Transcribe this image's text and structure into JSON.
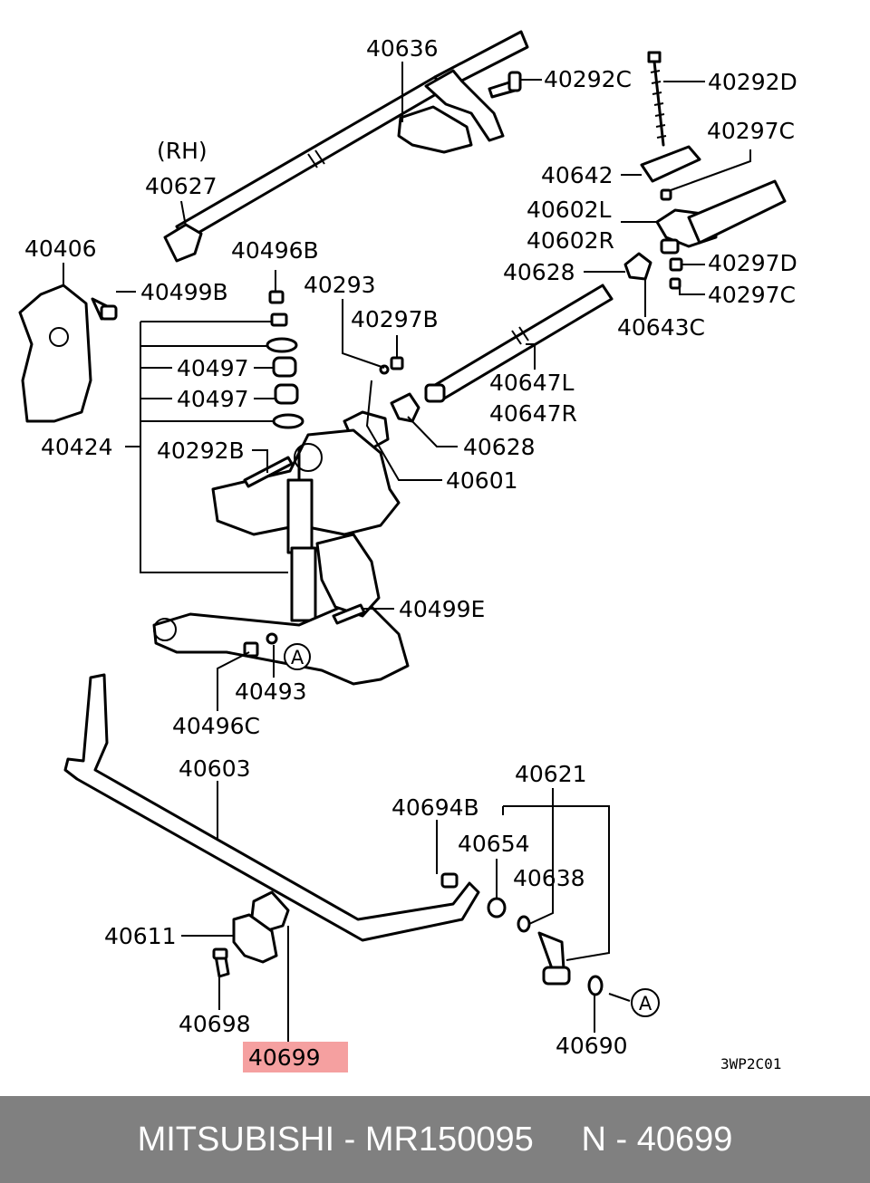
{
  "labels": {
    "p40636": "40636",
    "p40292c": "40292C",
    "p40292d": "40292D",
    "rh": "(RH)",
    "p40627": "40627",
    "p40297c_a": "40297C",
    "p40642": "40642",
    "p40602l": "40602L",
    "p40602r": "40602R",
    "p40406": "40406",
    "p40496b": "40496B",
    "p40628_a": "40628",
    "p40297d": "40297D",
    "p40499b": "40499B",
    "p40293": "40293",
    "p40297c_b": "40297C",
    "p40643c": "40643C",
    "p40297b": "40297B",
    "p40497_a": "40497",
    "p40647l": "40647L",
    "p40497_b": "40497",
    "p40647r": "40647R",
    "p40424": "40424",
    "p40628_b": "40628",
    "p40292b": "40292B",
    "p40601": "40601",
    "p40499e": "40499E",
    "ref_a1": "A",
    "p40493": "40493",
    "p40496c": "40496C",
    "p40603": "40603",
    "p40621": "40621",
    "p40694b": "40694B",
    "p40654": "40654",
    "p40638": "40638",
    "p40611": "40611",
    "p40698": "40698",
    "ref_a2": "A",
    "p40699": "40699",
    "p40690": "40690",
    "code": "3WP2C01"
  },
  "highlight_color": "#f5a0a0",
  "footer": {
    "text": "MITSUBISHI - MR150095     N - 40699",
    "background": "#808080"
  }
}
